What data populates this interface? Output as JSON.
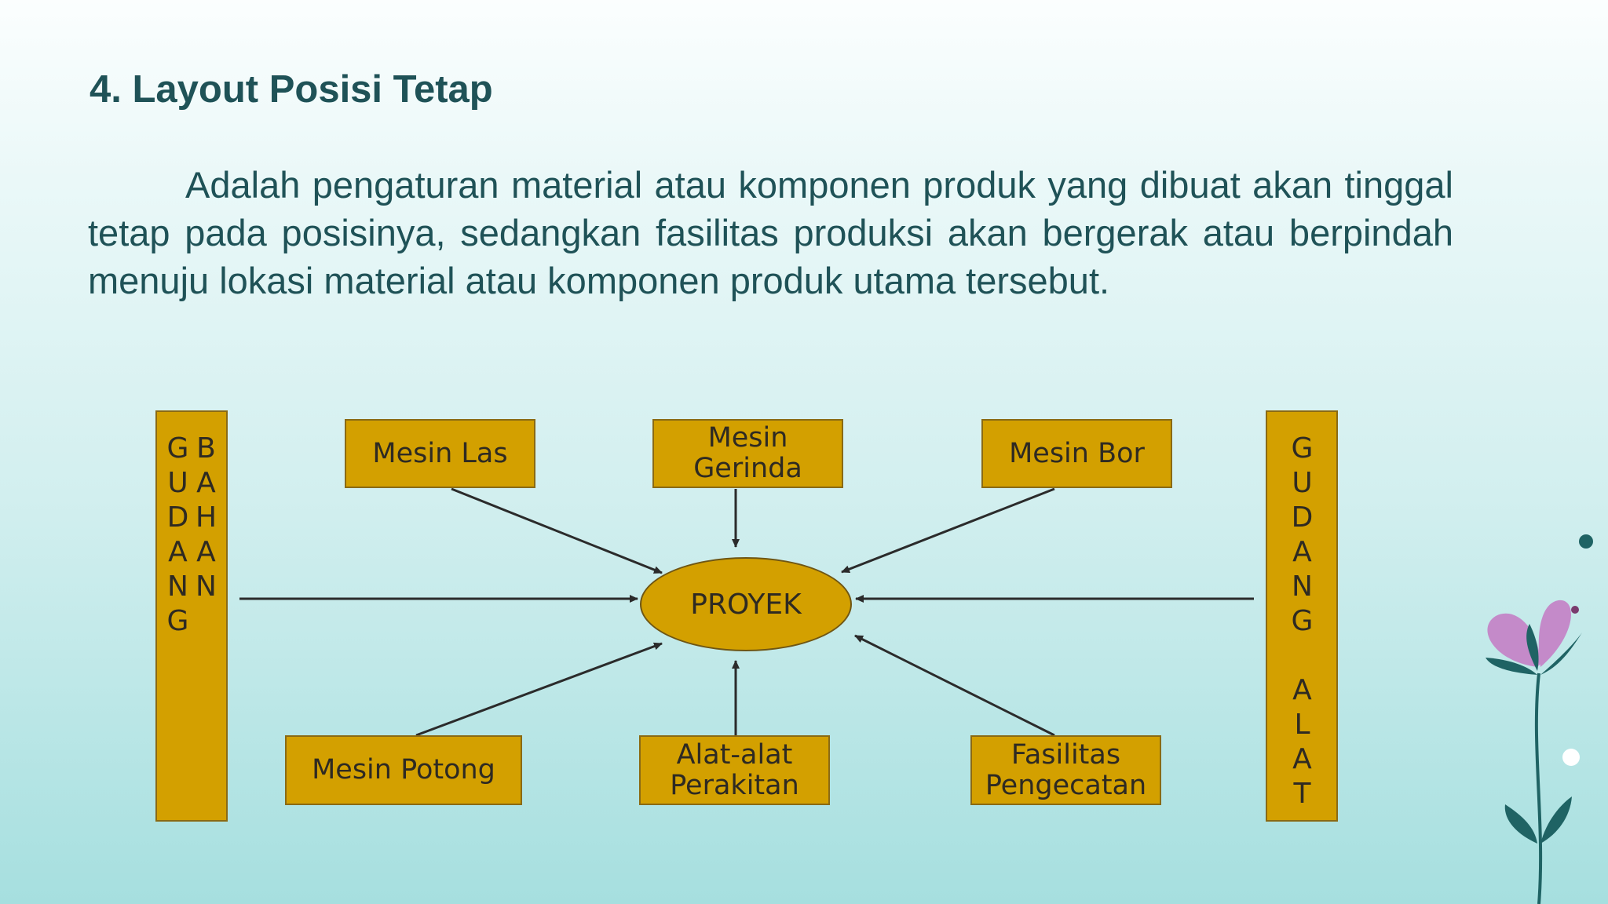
{
  "slide": {
    "title": "4. Layout Posisi Tetap",
    "paragraph": "Adalah pengaturan material atau komponen produk yang dibuat akan tinggal tetap pada posisinya, sedangkan fasilitas produksi akan bergerak atau berpindah menuju lokasi material atau komponen produk utama tersebut."
  },
  "diagram": {
    "center": "PROYEK",
    "left_store": "GUDANG BAHAN",
    "right_store": "GUDANG ALAT",
    "top_boxes": [
      "Mesin Las",
      "Mesin\nGerinda",
      "Mesin Bor"
    ],
    "bottom_boxes": [
      "Mesin Potong",
      "Alat-alat\nPerakitan",
      "Fasilitas\nPengecatan"
    ],
    "box_color": "#d3a000",
    "arrow_color": "#2b2b2b"
  },
  "colors": {
    "text": "#1f5257",
    "flower_petal": "#c48ac9",
    "flower_leaf": "#1f6364",
    "dot": "#1f6364"
  }
}
